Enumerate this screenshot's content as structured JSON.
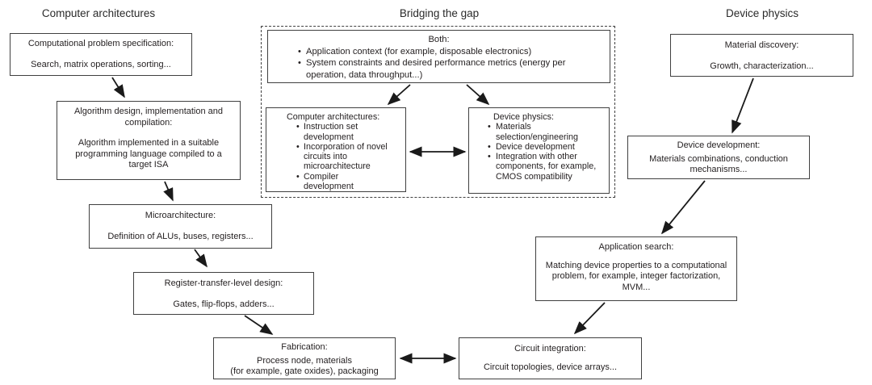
{
  "colors": {
    "background": "#ffffff",
    "text": "#231f20",
    "border": "#404040",
    "arrow": "#1a1a1a"
  },
  "headings": {
    "left": "Computer architectures",
    "middle": "Bridging the gap",
    "right": "Device physics"
  },
  "boxes": {
    "comp_problem": {
      "title": "Computational problem specification:",
      "body": "Search, matrix operations, sorting..."
    },
    "algorithm": {
      "title": "Algorithm design, implementation and compilation:",
      "body": "Algorithm implemented in a suitable programming language compiled to a target ISA"
    },
    "microarchitecture": {
      "title": "Microarchitecture:",
      "body": "Definition of ALUs, buses, registers..."
    },
    "rtl": {
      "title": "Register-transfer-level design:",
      "body": "Gates, flip-flops, adders..."
    },
    "fabrication": {
      "title": "Fabrication:",
      "lines": [
        "Process node, materials",
        "(for example, gate oxides), packaging"
      ]
    },
    "circuit_integration": {
      "title": "Circuit integration:",
      "body": "Circuit topologies, device arrays..."
    },
    "both": {
      "title": "Both:",
      "items": [
        "Application context (for example, disposable electronics)",
        "System constraints and desired performance metrics (energy per operation, data throughput...)"
      ]
    },
    "computer_architectures_mid": {
      "title": "Computer architectures:",
      "items": [
        "Instruction set development",
        "Incorporation of novel circuits into microarchitecture",
        "Compiler development"
      ]
    },
    "device_physics_mid": {
      "title": "Device physics:",
      "items": [
        "Materials selection/engineering",
        "Device development",
        "Integration with other components, for example, CMOS compatibility"
      ]
    },
    "material_discovery": {
      "title": "Material discovery:",
      "body": "Growth, characterization..."
    },
    "device_development": {
      "title": "Device development:",
      "body": "Materials combinations, conduction mechanisms..."
    },
    "application_search": {
      "title": "Application search:",
      "body": "Matching device properties to a computational problem, for example, integer factorization, MVM..."
    }
  }
}
